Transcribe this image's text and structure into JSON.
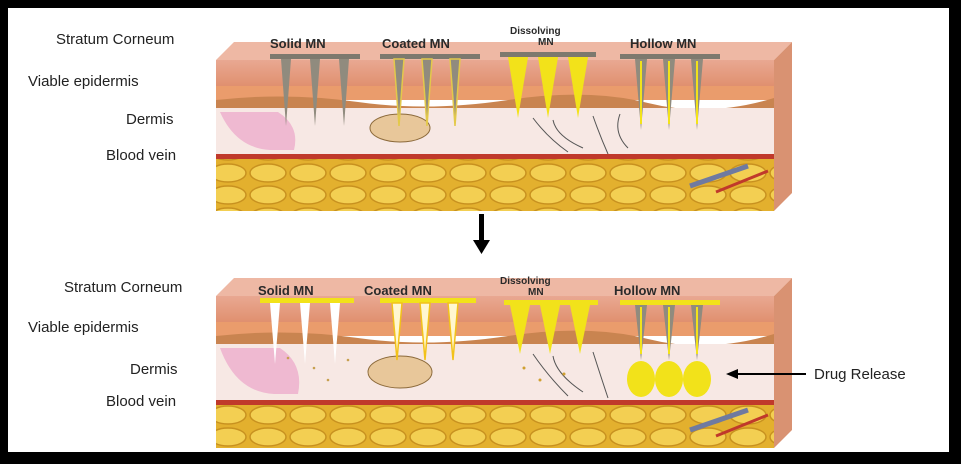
{
  "panels": [
    {
      "labels": {
        "stratum": "Stratum Corneum",
        "viable": "Viable epidermis",
        "dermis": "Dermis",
        "blood": "Blood vein"
      },
      "types": {
        "solid": "Solid MN",
        "coated": "Coated MN",
        "dissolving_1": "Dissolving",
        "dissolving_2": "MN",
        "hollow": "Hollow MN"
      }
    },
    {
      "labels": {
        "stratum": "Stratum Corneum",
        "viable": "Viable epidermis",
        "dermis": "Dermis",
        "blood": "Blood vein"
      },
      "types": {
        "solid": "Solid MN",
        "coated": "Coated MN",
        "dissolving_1": "Dissolving",
        "dissolving_2": "MN",
        "hollow": "Hollow MN"
      },
      "callout": "Drug Release"
    }
  ],
  "colors": {
    "skin_top": "#e8a58a",
    "epidermis": "#eaa078",
    "dermis": "#f6e7e3",
    "fat": "#e6b531",
    "needle_metal": "#8f8b7e",
    "needle_drug": "#f2e21a",
    "vessel": "#c0392b"
  }
}
